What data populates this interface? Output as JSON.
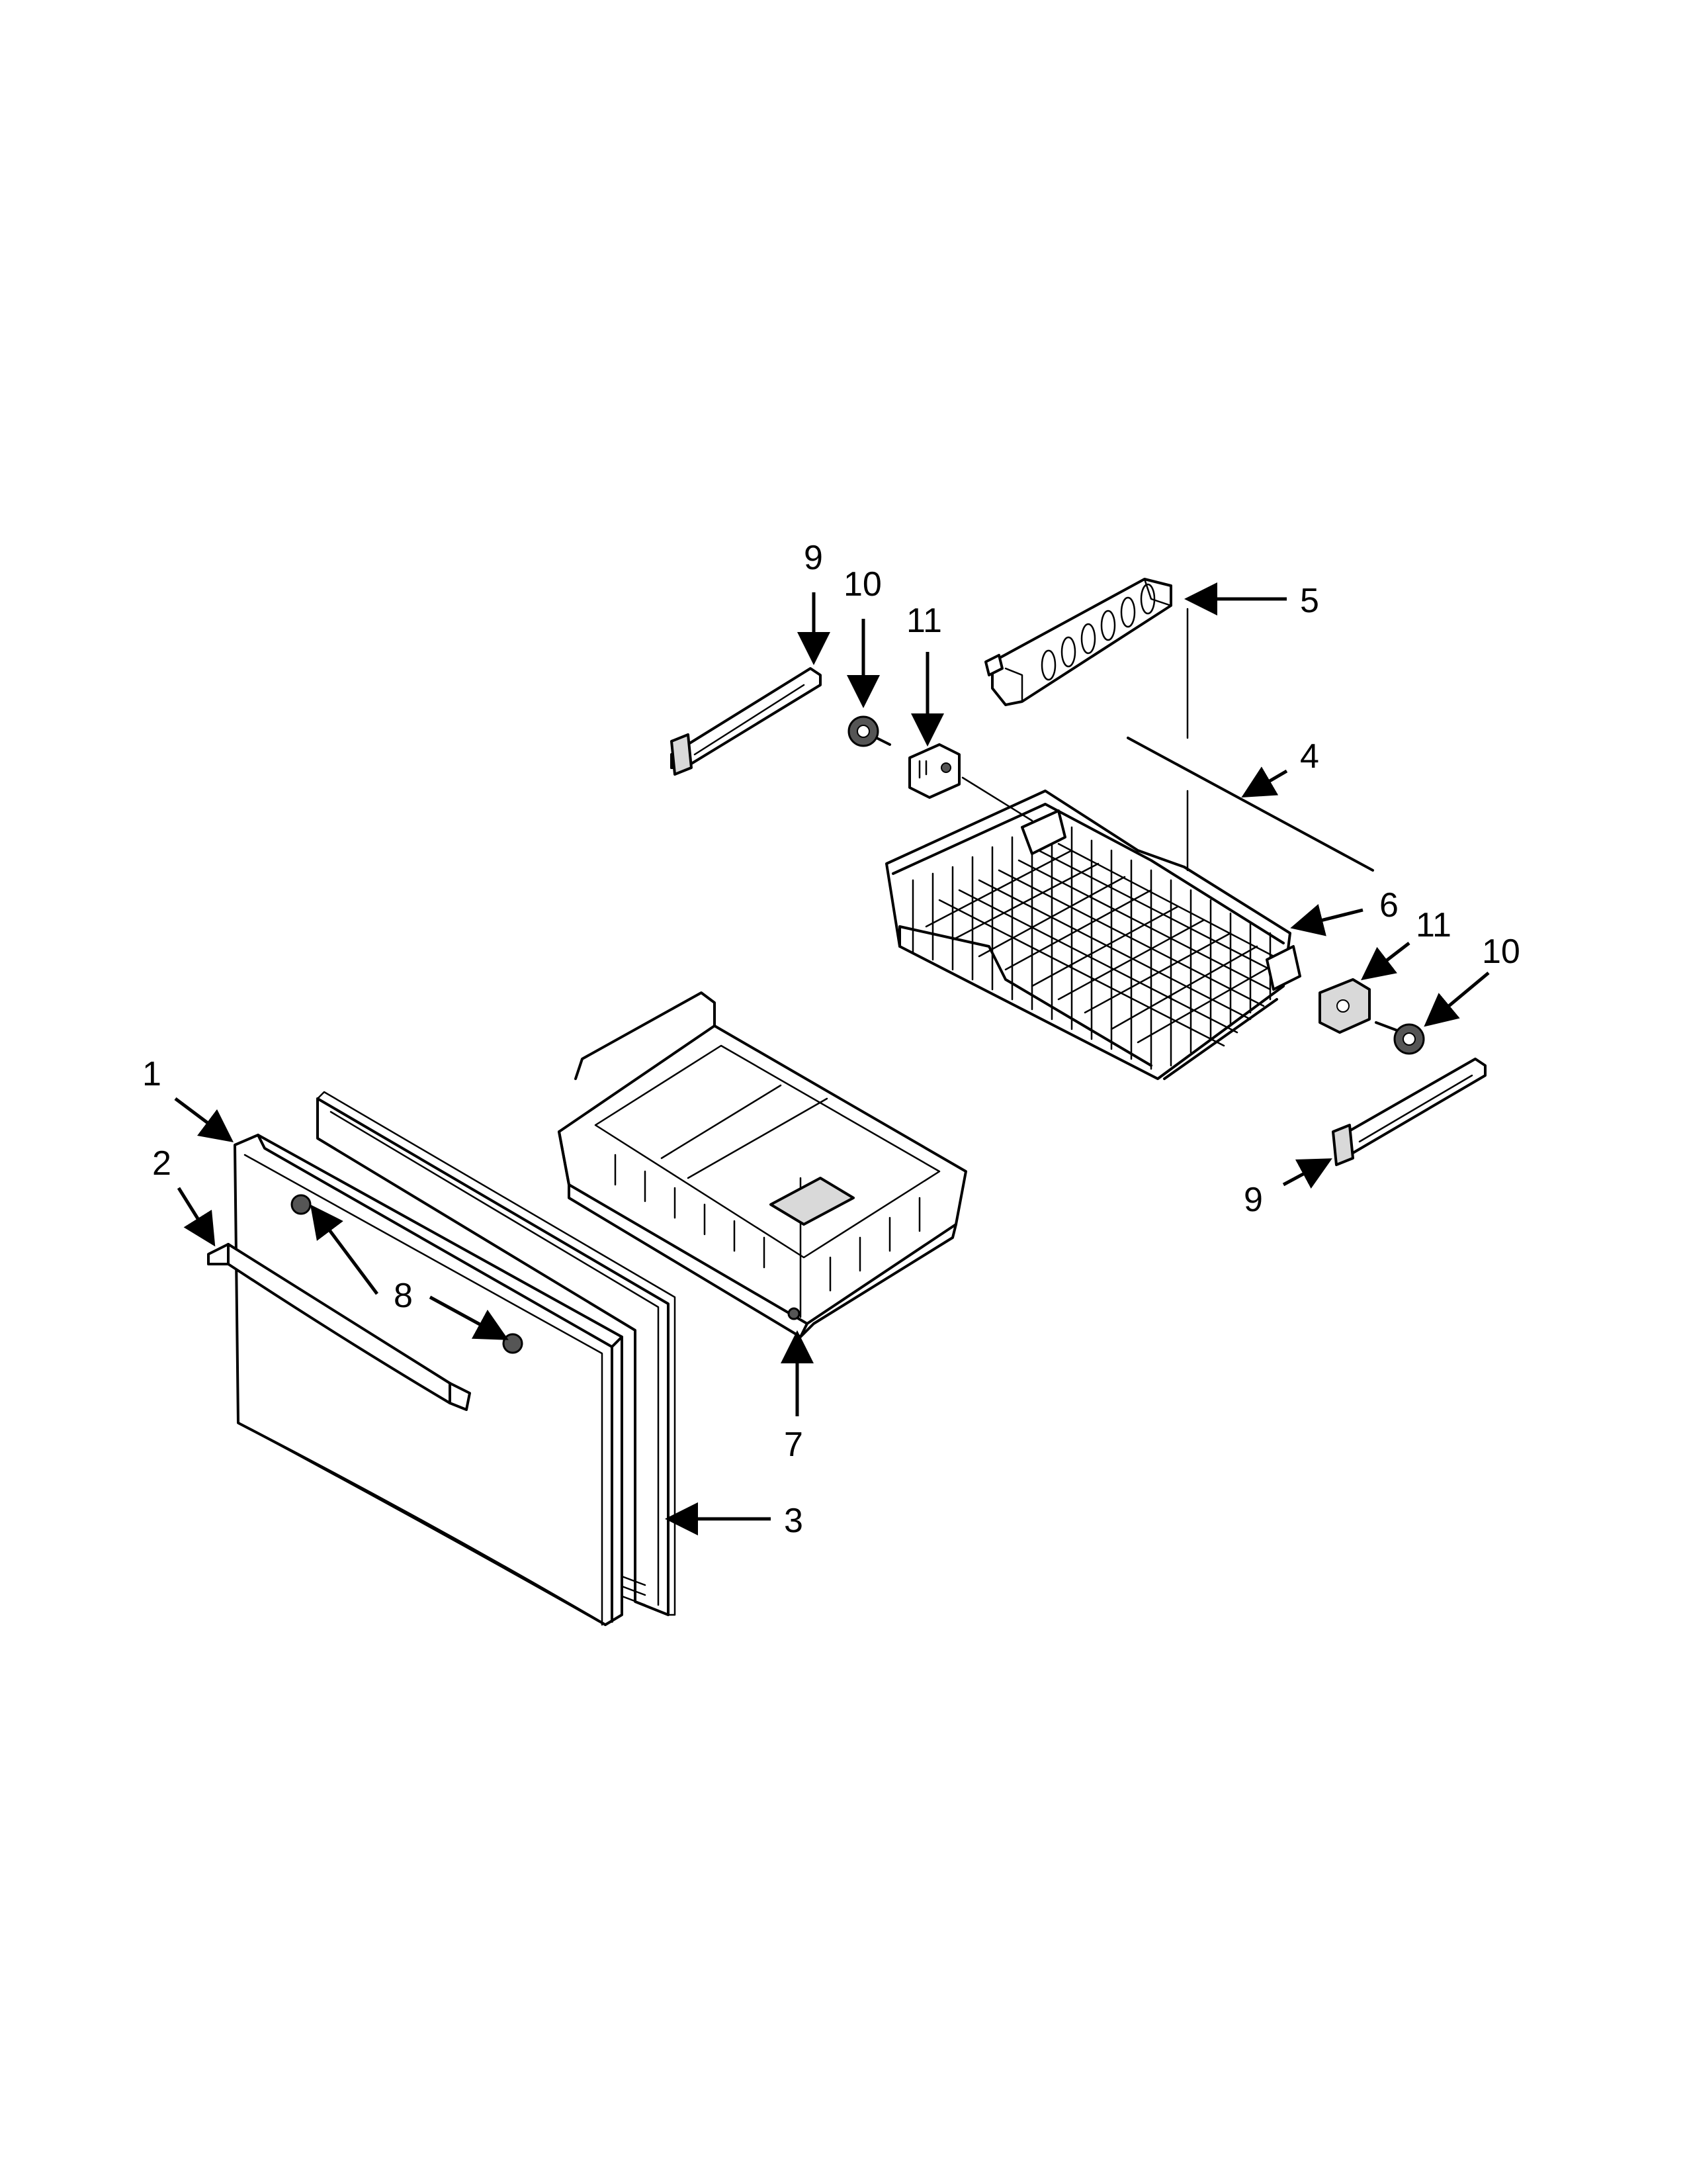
{
  "callouts": {
    "c1": "1",
    "c2": "2",
    "c3": "3",
    "c4": "4",
    "c5": "5",
    "c6": "6",
    "c7": "7",
    "c8": "8",
    "c9a": "9",
    "c9b": "9",
    "c10a": "10",
    "c10b": "10",
    "c11a": "11",
    "c11b": "11"
  },
  "parts": [
    {
      "id": "freezer-door-front",
      "callout": "1"
    },
    {
      "id": "door-handle",
      "callout": "2"
    },
    {
      "id": "door-gasket",
      "callout": "3"
    },
    {
      "id": "basket-rod",
      "callout": "4"
    },
    {
      "id": "basket-divider",
      "callout": "5"
    },
    {
      "id": "wire-basket",
      "callout": "6"
    },
    {
      "id": "freezer-drawer-bin",
      "callout": "7"
    },
    {
      "id": "handle-screws",
      "callout": "8"
    },
    {
      "id": "drawer-slide-rail",
      "callout": "9"
    },
    {
      "id": "slide-gear",
      "callout": "10"
    },
    {
      "id": "basket-bracket",
      "callout": "11"
    }
  ]
}
